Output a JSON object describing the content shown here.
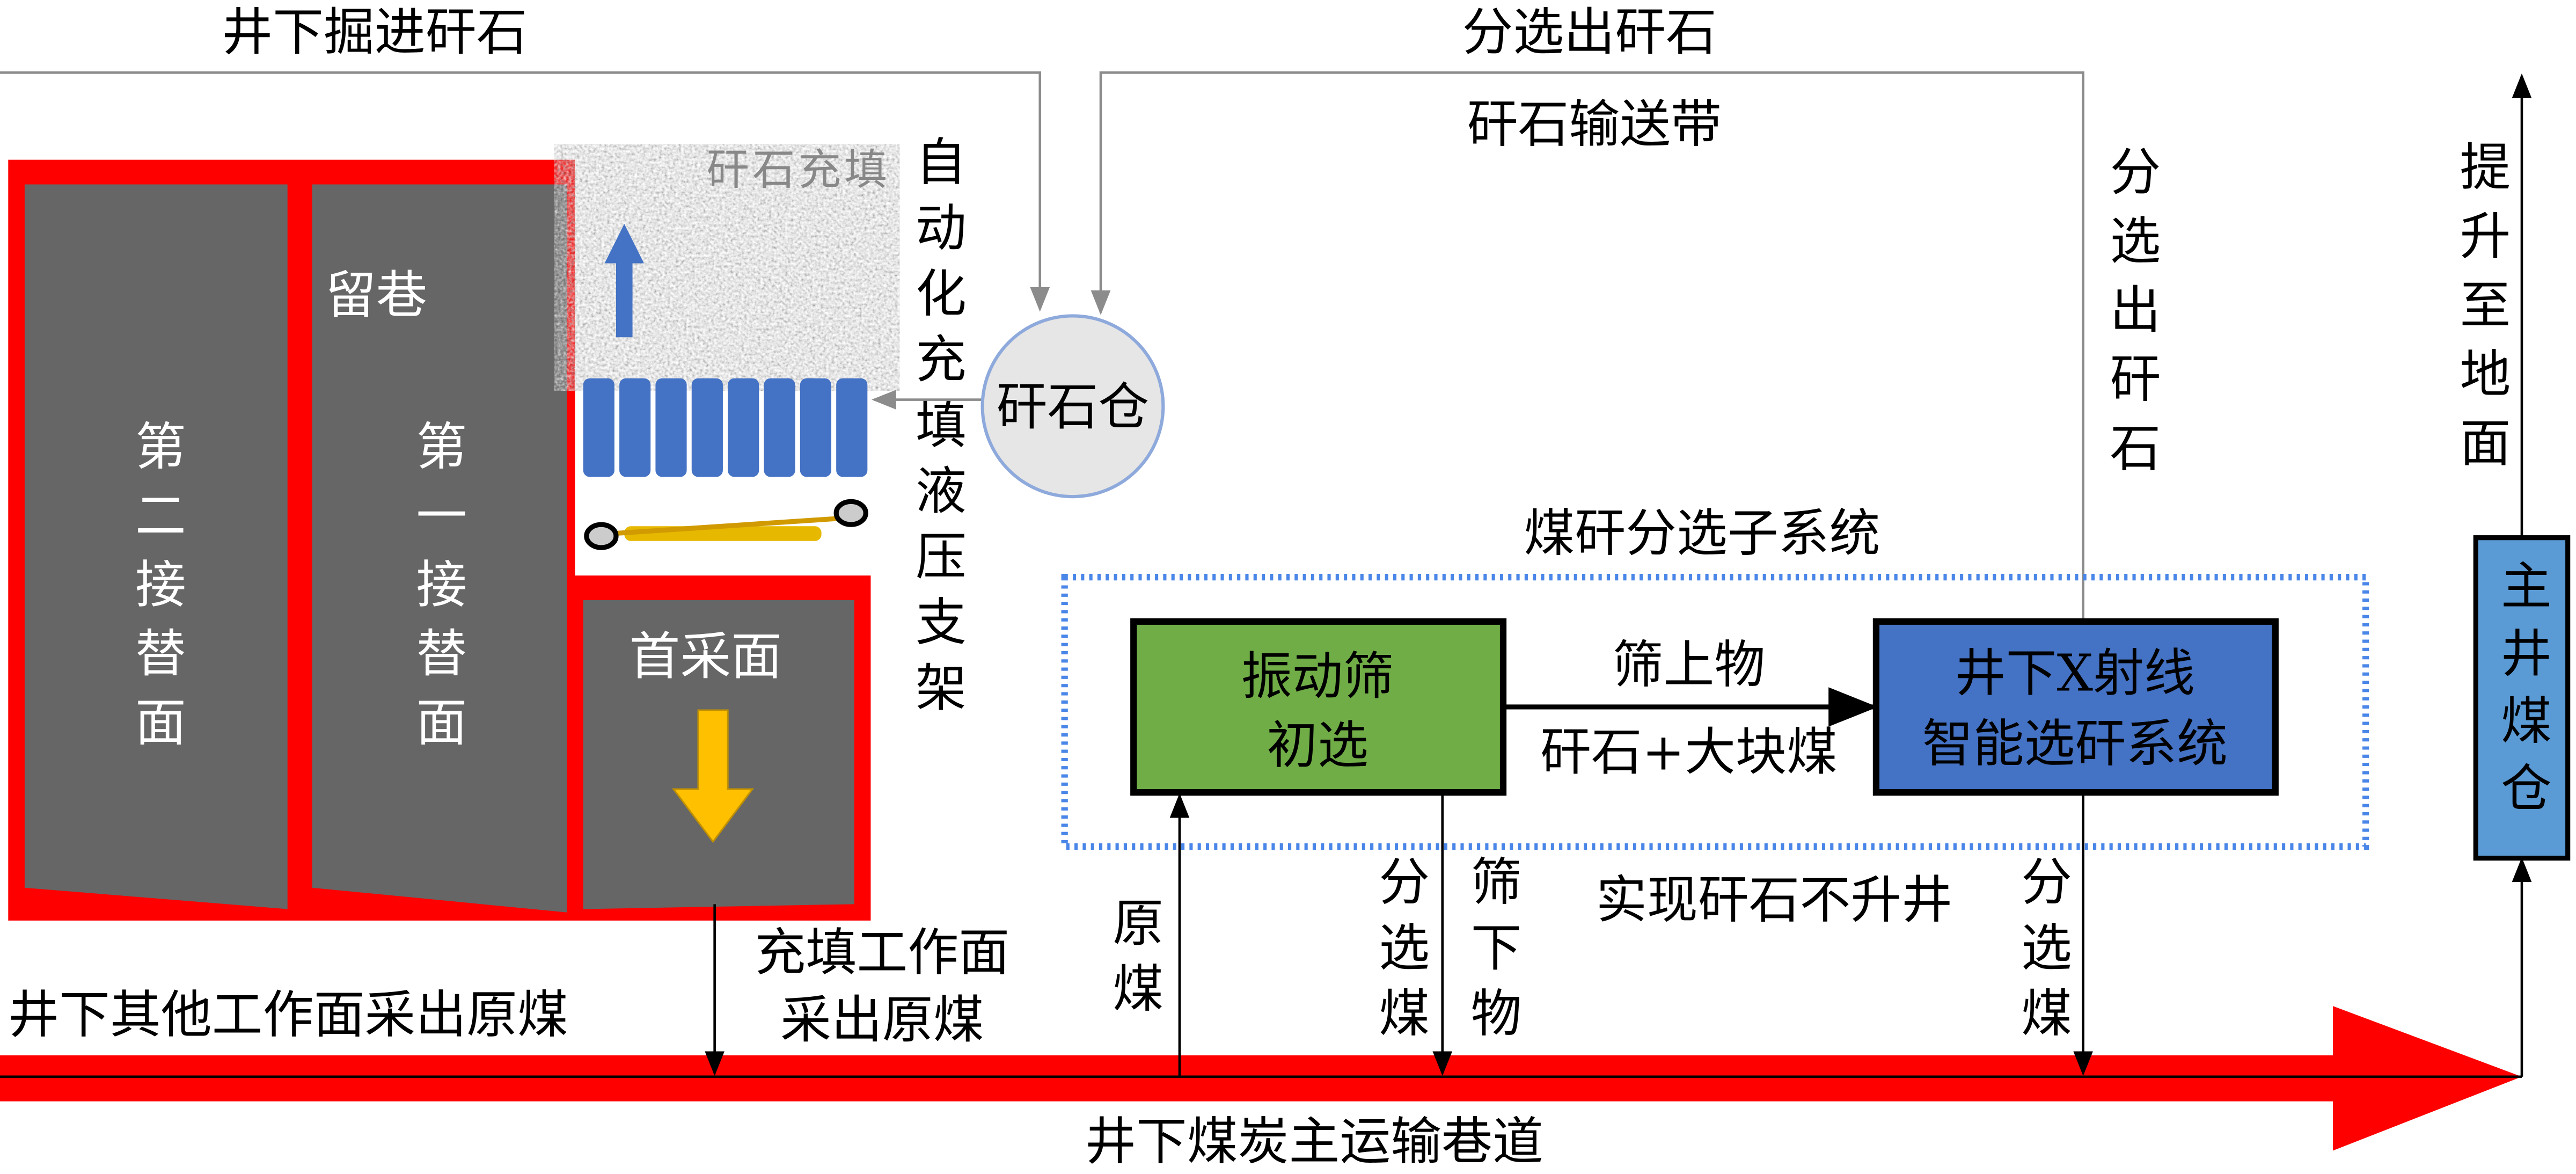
{
  "title": "井下煤矸分选与矸石充填工艺流程",
  "colors": {
    "red": "#ff0000",
    "panel_gray": "#666666",
    "green_box": "#70ad47",
    "blue_box": "#4472c4",
    "bin_blue": "#5b9bd5",
    "support_blue": "#4472c4",
    "dotted_border": "#4a86e8",
    "arrow_yellow": "#ffc000"
  },
  "top_labels": {
    "tunneling_gangue": "井下掘进矸石",
    "sorted_gangue": "分选出矸石",
    "gangue_conveyor": "矸石输送带"
  },
  "mining": {
    "retained_roadway": "留巷",
    "second_face": "第二接替面",
    "first_face": "第一接替面",
    "first_face_mined": "首采面",
    "backfill": "矸石充填",
    "support_label": "自动化充填液压支架"
  },
  "gangue_bin": "矸石仓",
  "subsystem": {
    "title": "煤矸分选子系统",
    "screen_box": [
      "振动筛",
      "初选"
    ],
    "xray_box": [
      "井下X射线",
      "智能选矸系统"
    ],
    "oversize_label": "筛上物",
    "oversize_content": "矸石+大块煤"
  },
  "flow_labels": {
    "other_faces": "井下其他工作面采出原煤",
    "fill_face": [
      "充填工作面",
      "采出原煤"
    ],
    "raw_coal": "原煤",
    "sorted_coal_1": "分选煤",
    "undersize": "筛下物",
    "no_lift": "实现矸石不升井",
    "sorted_coal_2": "分选煤",
    "sorted_gangue_vertical": "分选出矸石",
    "lift": "提升至地面",
    "main_bin": "主井煤仓",
    "main_roadway": "井下煤炭主运输巷道"
  }
}
